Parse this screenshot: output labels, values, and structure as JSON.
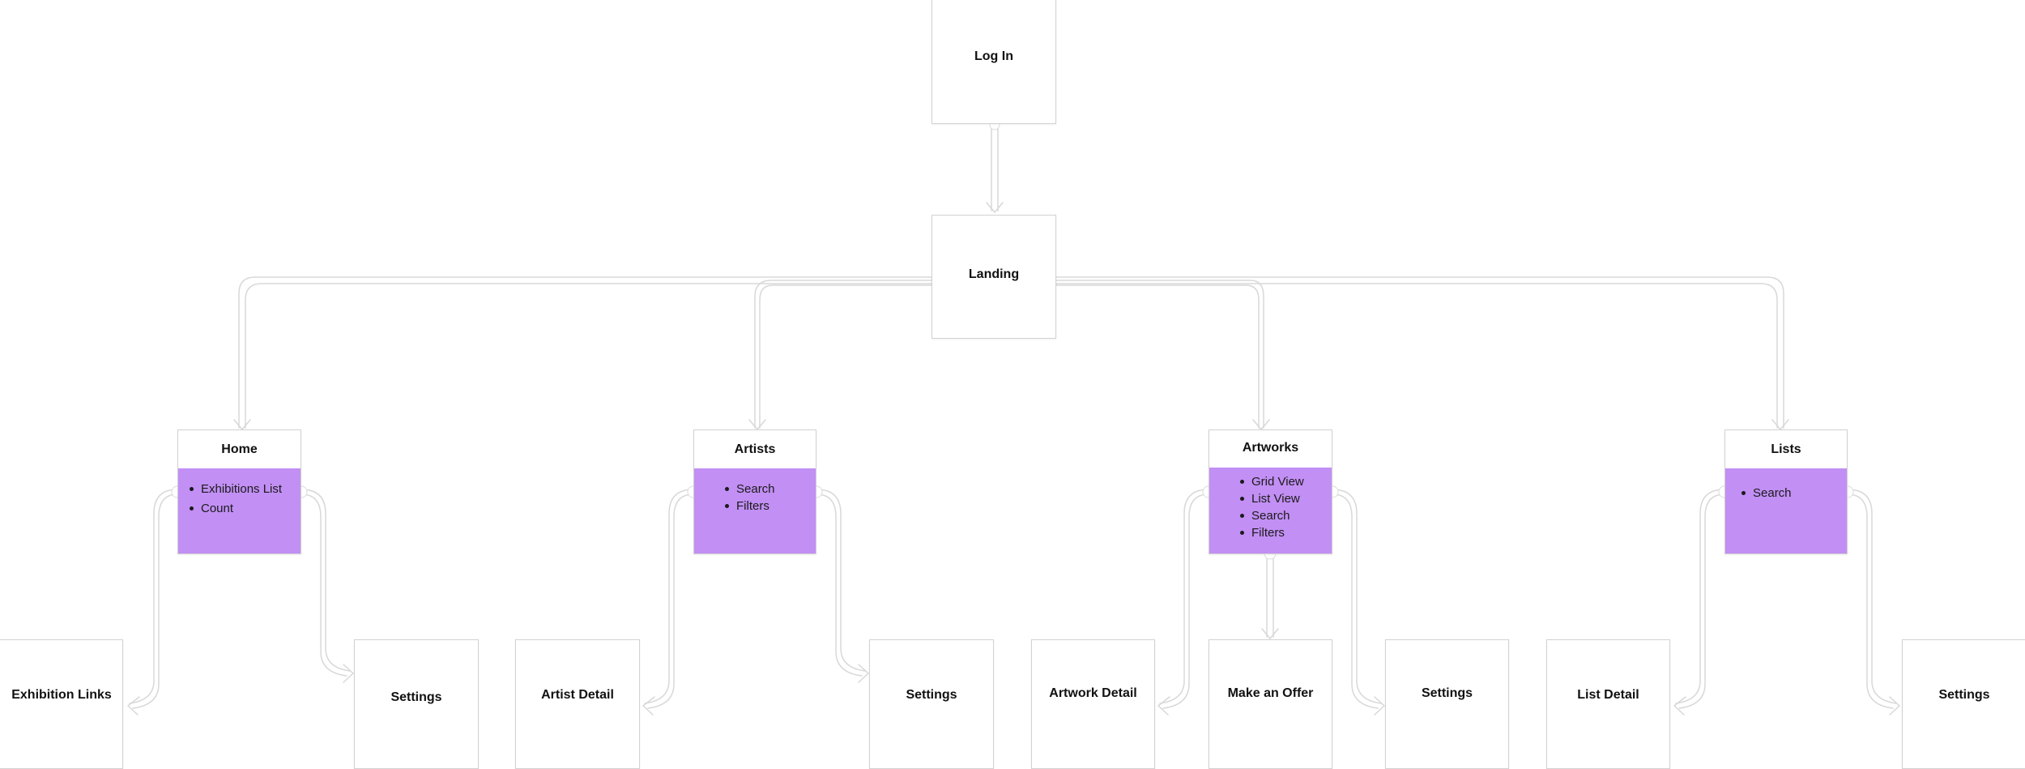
{
  "nodes": {
    "login": {
      "title": "Log In"
    },
    "landing": {
      "title": "Landing"
    },
    "home": {
      "title": "Home",
      "features": [
        "Exhibitions List",
        "Count"
      ]
    },
    "artists": {
      "title": "Artists",
      "features": [
        "Search",
        "Filters"
      ]
    },
    "artworks": {
      "title": "Artworks",
      "features": [
        "Grid View",
        "List View",
        "Search",
        "Filters"
      ]
    },
    "lists": {
      "title": "Lists",
      "features": [
        "Search"
      ]
    },
    "exhibition_links": {
      "title": "Exhibition Links"
    },
    "home_settings": {
      "title": "Settings"
    },
    "artist_detail": {
      "title": "Artist Detail"
    },
    "artists_settings": {
      "title": "Settings"
    },
    "artwork_detail": {
      "title": "Artwork Detail"
    },
    "make_offer": {
      "title": "Make an Offer"
    },
    "artworks_settings": {
      "title": "Settings"
    },
    "list_detail": {
      "title": "List Detail"
    },
    "lists_settings": {
      "title": "Settings"
    }
  },
  "colors": {
    "feature_fill": "#c28ff4",
    "node_border": "#d2d2d2",
    "connector": "#d8d8d8",
    "text": "#111111"
  }
}
